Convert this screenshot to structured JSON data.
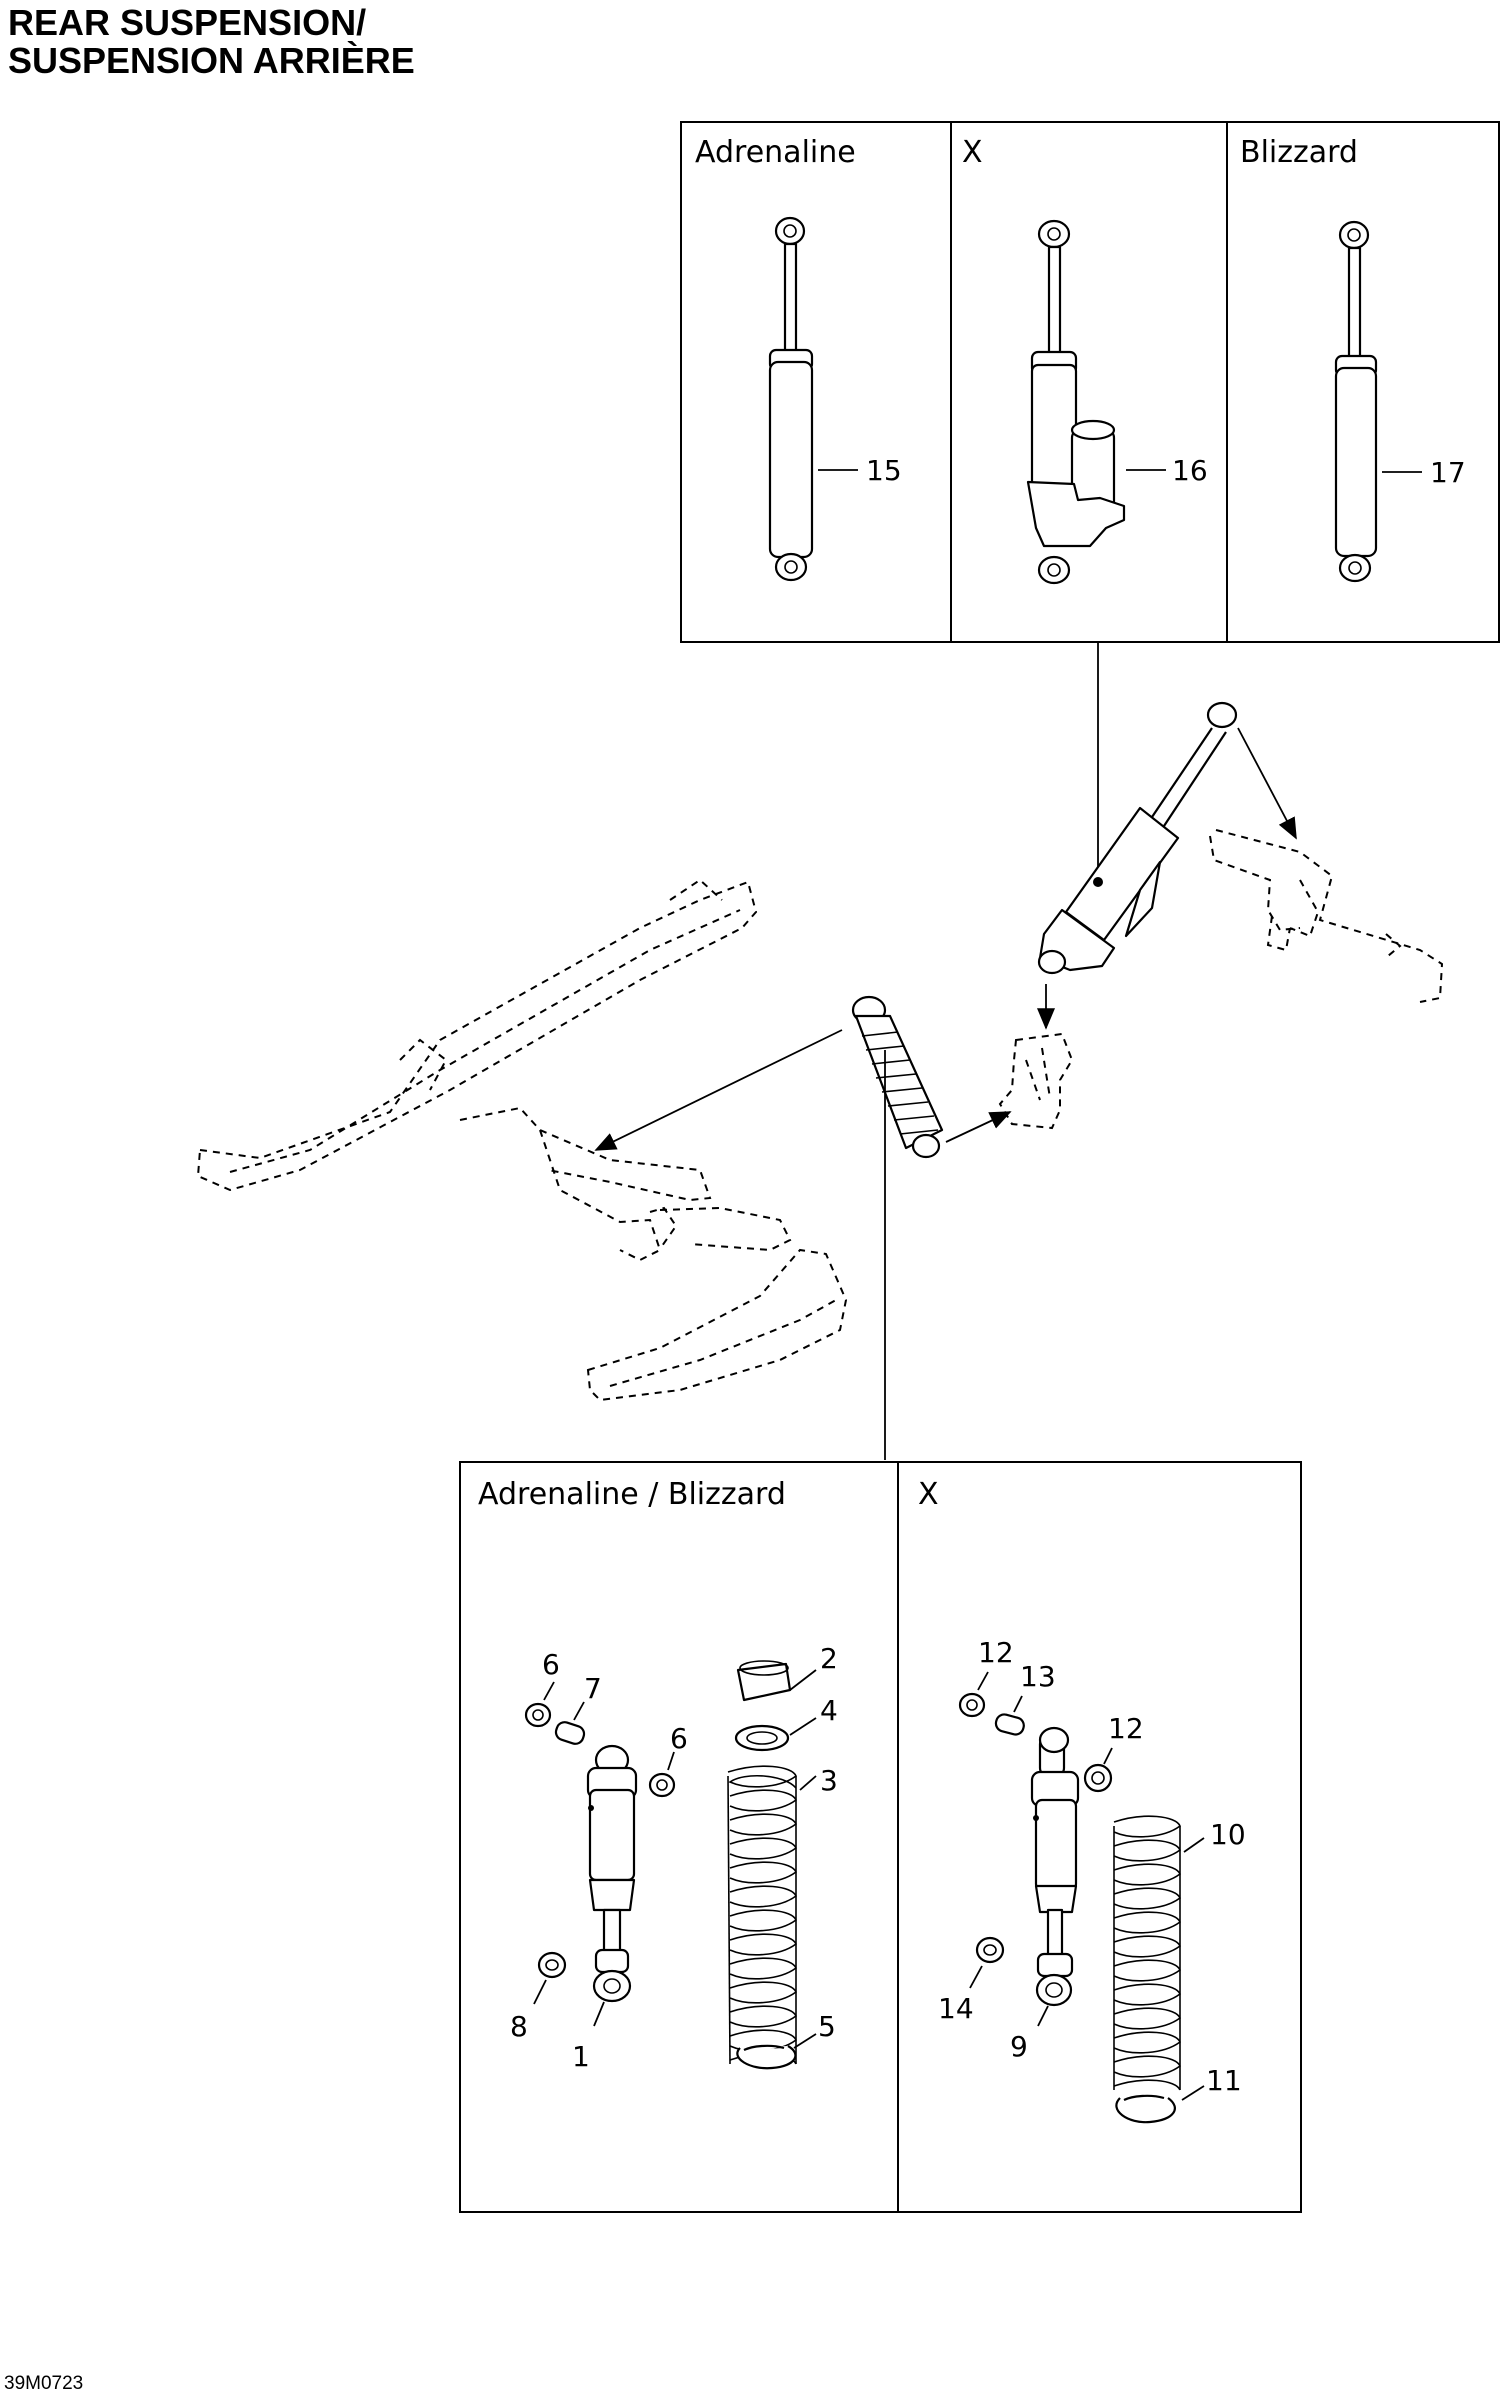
{
  "title": {
    "line1": "REAR SUSPENSION/",
    "line2": "SUSPENSION ARRIÈRE"
  },
  "top_panels": [
    {
      "label": "Adrenaline",
      "part": "15"
    },
    {
      "label": "X",
      "part": "16"
    },
    {
      "label": "Blizzard",
      "part": "17"
    }
  ],
  "bottom_panels": [
    {
      "label": "Adrenaline / Blizzard"
    },
    {
      "label": "X"
    }
  ],
  "callouts": {
    "p1": "1",
    "p2": "2",
    "p3": "3",
    "p4": "4",
    "p5": "5",
    "p6a": "6",
    "p6b": "6",
    "p7": "7",
    "p8": "8",
    "p9": "9",
    "p10": "10",
    "p11": "11",
    "p12a": "12",
    "p12b": "12",
    "p13": "13",
    "p14": "14"
  },
  "ref_code": "39M0723"
}
